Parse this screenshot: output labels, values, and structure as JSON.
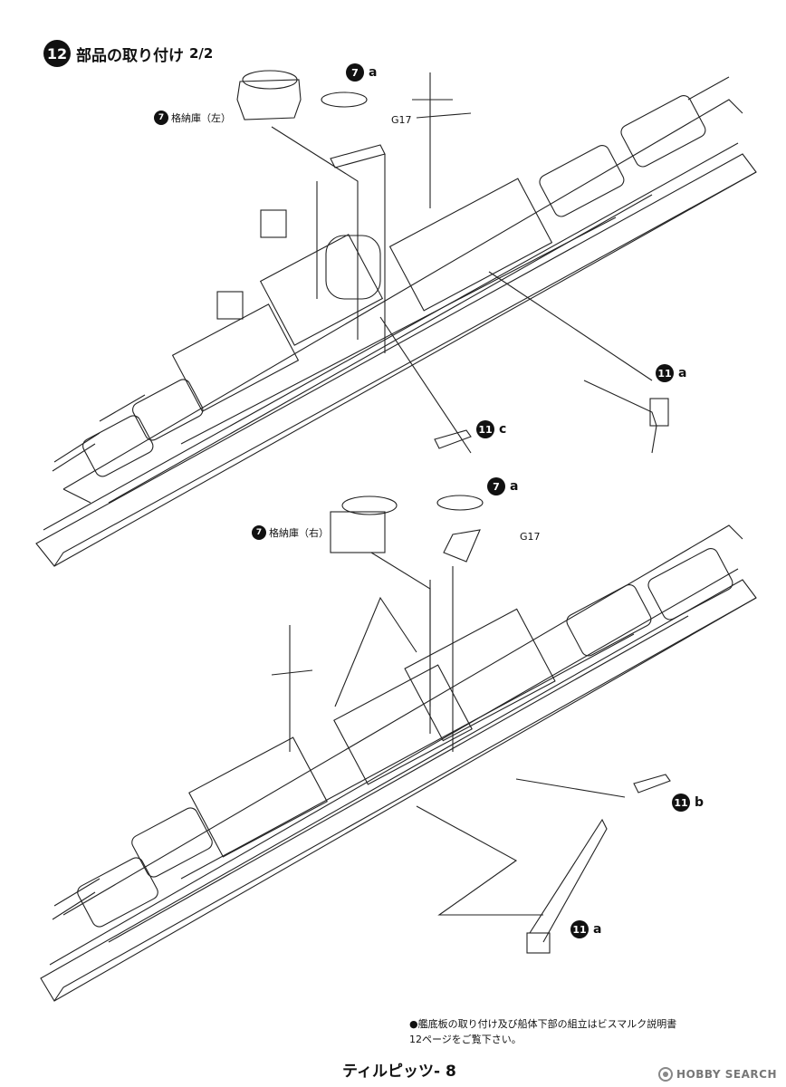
{
  "step": {
    "number": "12",
    "title": "部品の取り付け",
    "part": "2/2"
  },
  "callouts": {
    "top_part_7a": {
      "badge": "7",
      "suffix": "a"
    },
    "top_hangar": {
      "badge": "7",
      "label": "格納庫（左）"
    },
    "top_g17": {
      "label": "G17"
    },
    "top_part_11a": {
      "badge": "11",
      "suffix": "a"
    },
    "top_part_11c": {
      "badge": "11",
      "suffix": "c"
    },
    "bottom_part_7a": {
      "badge": "7",
      "suffix": "a"
    },
    "bottom_hangar": {
      "badge": "7",
      "label": "格納庫（右）"
    },
    "bottom_g17": {
      "label": "G17"
    },
    "bottom_part_11b": {
      "badge": "11",
      "suffix": "b"
    },
    "bottom_part_11a": {
      "badge": "11",
      "suffix": "a"
    }
  },
  "note": {
    "line1": "●艦底板の取り付け及び船体下部の組立はビスマルク説明書",
    "line2": "12ページをご覧下さい。"
  },
  "footer": {
    "title": "ティルピッツ- 8"
  },
  "watermark": {
    "text": "HOBBY SEARCH",
    "icon": "hobby-search-logo-icon"
  }
}
